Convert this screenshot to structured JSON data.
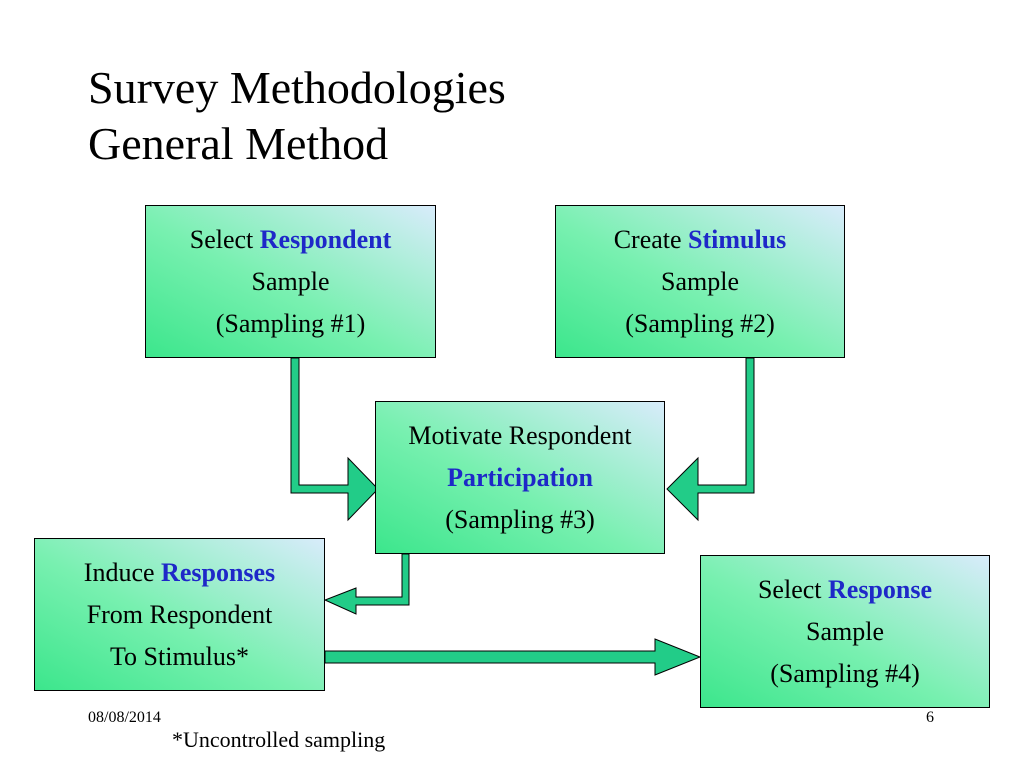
{
  "title": {
    "line1": "Survey Methodologies",
    "line2": "General Method"
  },
  "colors": {
    "highlight": "#1e28c8",
    "box_fill_light": "#d8ecfb",
    "box_fill_green": "#3ce68c",
    "arrow_fill": "#22cc88"
  },
  "boxes": {
    "respondent": {
      "prefix": "Select ",
      "keyword": "Respondent",
      "line2": "Sample",
      "line3": "(Sampling #1)"
    },
    "stimulus": {
      "prefix": "Create ",
      "keyword": "Stimulus",
      "line2": "Sample",
      "line3": "(Sampling #2)"
    },
    "participation": {
      "line1": "Motivate Respondent",
      "keyword": "Participation",
      "line3": "(Sampling #3)"
    },
    "responses": {
      "prefix": "Induce ",
      "keyword": "Responses",
      "line2": "From Respondent",
      "line3": "To Stimulus*"
    },
    "response_sample": {
      "prefix": "Select ",
      "keyword": "Response",
      "line2": "Sample",
      "line3": "(Sampling #4)"
    }
  },
  "footer": {
    "date": "08/08/2014",
    "page": "6",
    "note": "*Uncontrolled sampling"
  }
}
